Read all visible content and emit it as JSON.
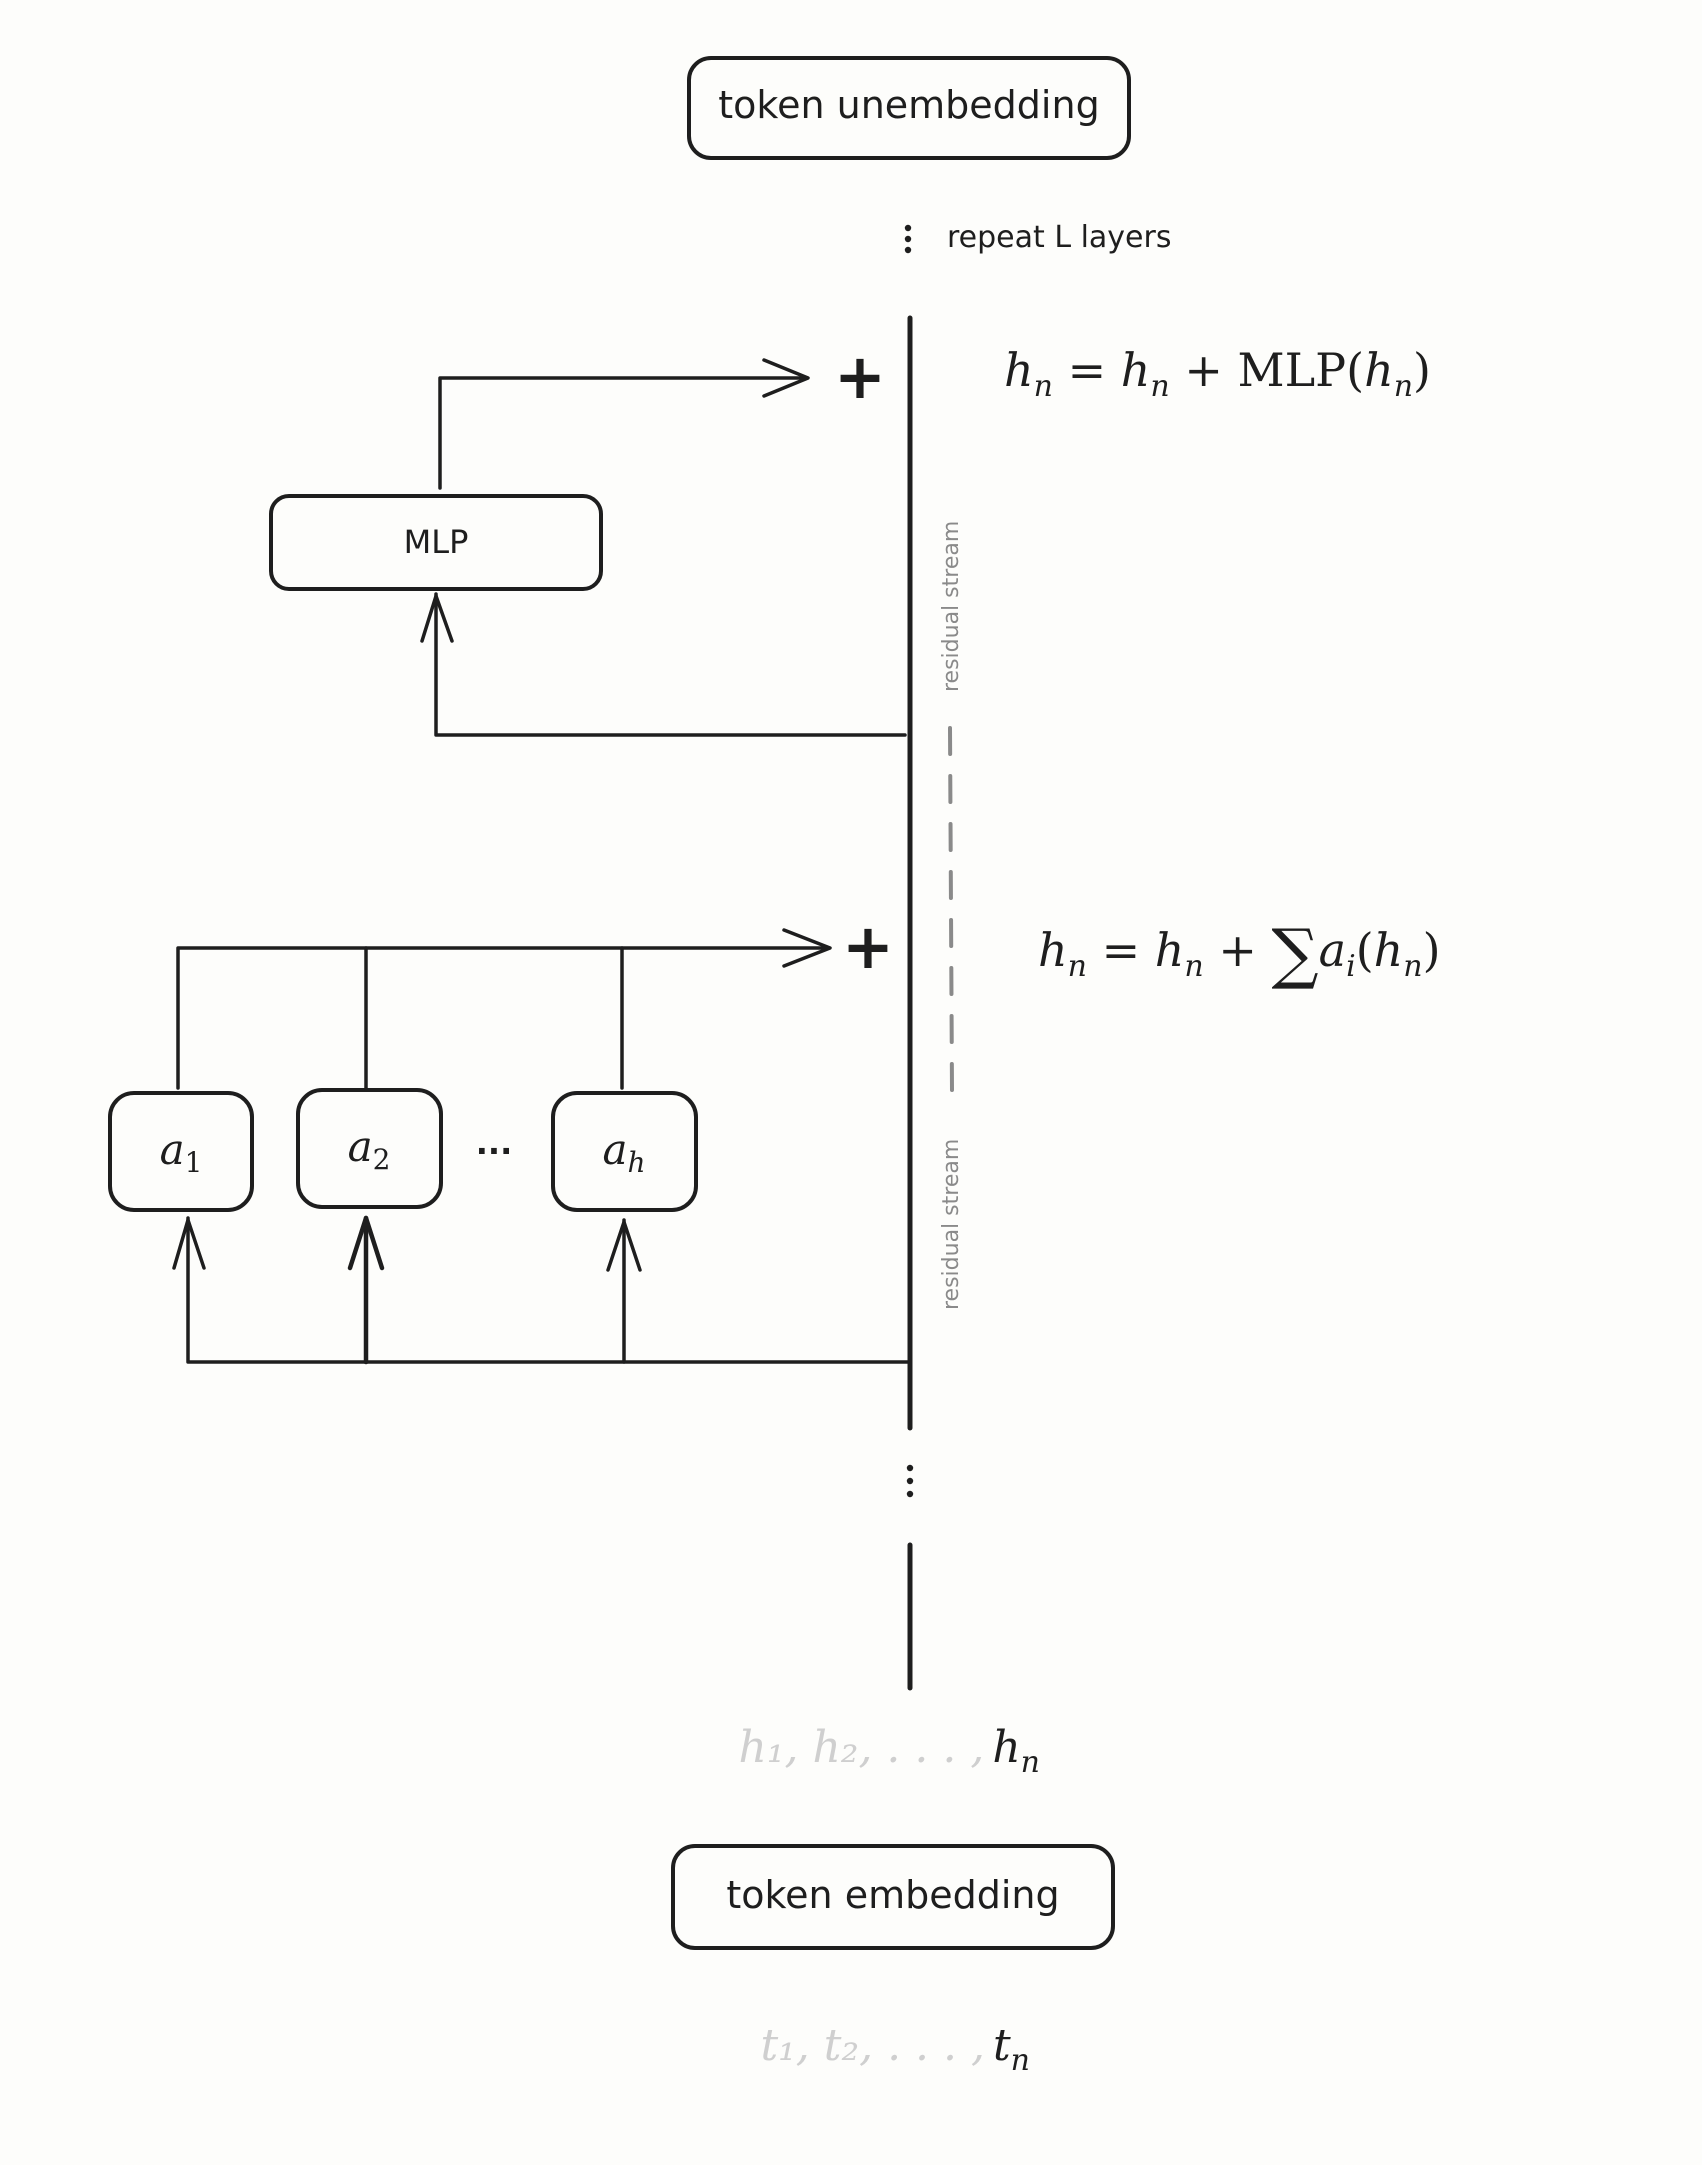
{
  "blocks": {
    "unembedding_label": "token unembedding",
    "embedding_label": "token embedding",
    "mlp_label": "MLP"
  },
  "annotations": {
    "repeat_label": "repeat L layers",
    "residual_stream_upper": "residual stream",
    "residual_stream_lower": "residual stream",
    "heads_ellipsis": "..."
  },
  "heads": [
    {
      "name": "a",
      "sub": "1"
    },
    {
      "name": "a",
      "sub": "2"
    },
    {
      "name": "a",
      "sub": "h"
    }
  ],
  "equations": {
    "mlp": {
      "lhs": "h",
      "lhs_sub": "n",
      "eq": " = ",
      "h": "h",
      "h_sub": "n",
      "plus": " + MLP(",
      "arg": "h",
      "arg_sub": "n",
      "close": ")"
    },
    "attn": {
      "lhs": "h",
      "lhs_sub": "n",
      "eq": " = ",
      "h": "h",
      "h_sub": "n",
      "plus": " + ",
      "sum": "∑",
      "a": "a",
      "a_sub": "i",
      "open": "(",
      "arg": "h",
      "arg_sub": "n",
      "close": ")"
    }
  },
  "sequences": {
    "hidden": {
      "faded": "h₁, h₂, . . . ,",
      "last": "h",
      "last_sub": "n"
    },
    "tokens": {
      "faded": "t₁, t₂, . . . ,",
      "last": "t",
      "last_sub": "n"
    }
  },
  "symbols": {
    "plus": "+",
    "vdots": "⋮"
  }
}
